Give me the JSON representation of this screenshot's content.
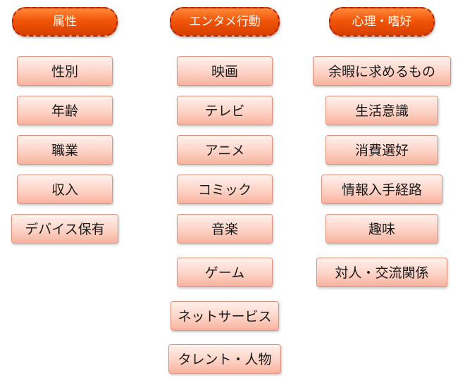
{
  "columns": [
    {
      "header": "属性",
      "items": [
        "性別",
        "年齢",
        "職業",
        "収入",
        "デバイス保有"
      ]
    },
    {
      "header": "エンタメ行動",
      "items": [
        "映画",
        "テレビ",
        "アニメ",
        "コミック",
        "音楽",
        "ゲーム",
        "ネットサービス",
        "タレント・人物"
      ]
    },
    {
      "header": "心理・嗜好",
      "items": [
        "余暇に求めるもの",
        "生活意識",
        "消費選好",
        "情報入手経路",
        "趣味",
        "対人・交流関係"
      ]
    }
  ],
  "colors": {
    "header_fill": "#f2560a",
    "header_border": "#b42008",
    "item_fill": "#fdd3c6",
    "item_border": "#e0917d"
  }
}
